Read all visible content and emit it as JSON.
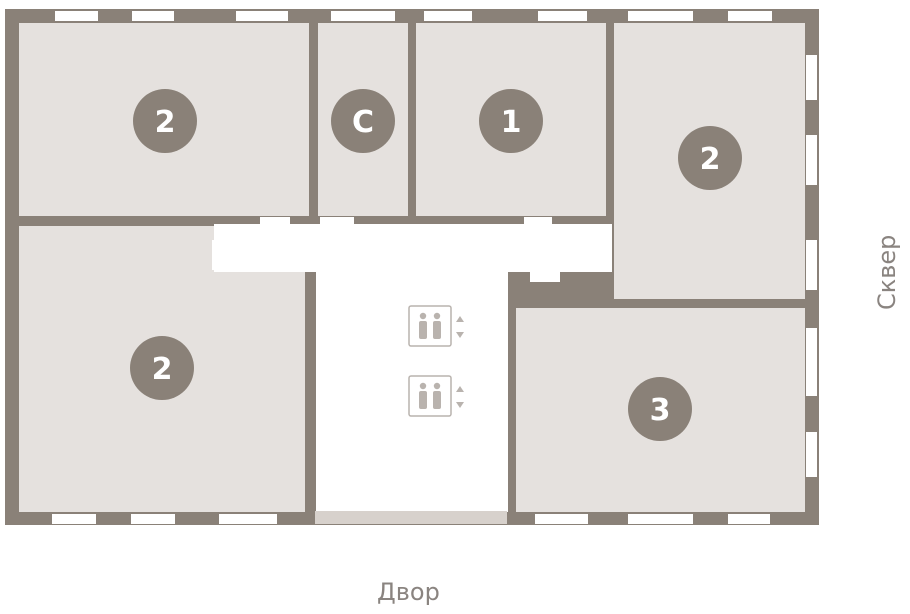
{
  "rooms": [
    {
      "id": "top-left",
      "label": "2"
    },
    {
      "id": "storage",
      "label": "С"
    },
    {
      "id": "top-center",
      "label": "1"
    },
    {
      "id": "top-right",
      "label": "2"
    },
    {
      "id": "bottom-left",
      "label": "2"
    },
    {
      "id": "bottom-right",
      "label": "3"
    }
  ],
  "labels": {
    "bottom": "Двор",
    "right": "Сквер"
  },
  "icons": {
    "elevator": "elevator-icon",
    "arrows": "up-down-arrows-icon"
  },
  "colors": {
    "wall": "#8a8178",
    "room_fill": "#e5e1de",
    "corridor": "#ffffff",
    "badge": "#8a8178",
    "badge_text": "#ffffff",
    "window": "#ffffff",
    "label": "#8a8480"
  }
}
